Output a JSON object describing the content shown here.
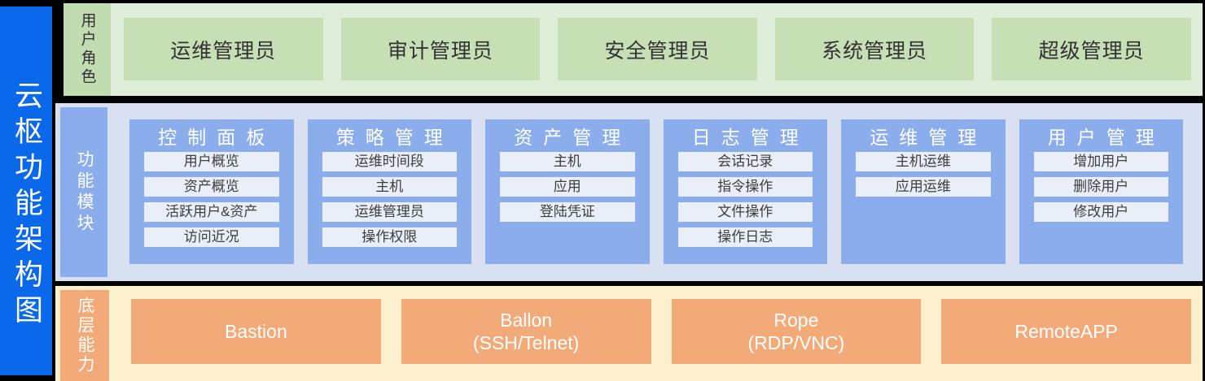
{
  "title": "云枢功能架构图",
  "bands": {
    "roles": {
      "label": "用户角色",
      "items": [
        "运维管理员",
        "审计管理员",
        "安全管理员",
        "系统管理员",
        "超级管理员"
      ]
    },
    "modules": {
      "label": "功能模块",
      "columns": [
        {
          "title": "控制面板",
          "items": [
            "用户概览",
            "资产概览",
            "活跃用户&资产",
            "访问近况"
          ]
        },
        {
          "title": "策略管理",
          "items": [
            "运维时间段",
            "主机",
            "运维管理员",
            "操作权限"
          ]
        },
        {
          "title": "资产管理",
          "items": [
            "主机",
            "应用",
            "登陆凭证"
          ]
        },
        {
          "title": "日志管理",
          "items": [
            "会话记录",
            "指令操作",
            "文件操作",
            "操作日志"
          ]
        },
        {
          "title": "运维管理",
          "items": [
            "主机运维",
            "应用运维"
          ]
        },
        {
          "title": "用户管理",
          "items": [
            "增加用户",
            "删除用户",
            "修改用户"
          ]
        }
      ]
    },
    "capabilities": {
      "label": "底层能力",
      "items": [
        {
          "line1": "Bastion",
          "line2": ""
        },
        {
          "line1": "Ballon",
          "line2": "(SSH/Telnet)"
        },
        {
          "line1": "Rope",
          "line2": "(RDP/VNC)"
        },
        {
          "line1": "RemoteAPP",
          "line2": ""
        }
      ]
    }
  },
  "colors": {
    "title-bar": "#0a68ea",
    "roles-bg": "#dfeed8",
    "roles-tab": "#c2dcb2",
    "roles-card": "#c6dfb5",
    "roles-text": "#323232",
    "modules-bg": "#d9e0f2",
    "modules-tab": "#8badec",
    "modules-column": "#8badec",
    "modules-item-bg": "#e9eef9",
    "modules-item-text": "#3d3d3d",
    "capabilities-bg": "#fdf1cd",
    "capabilities-tab": "#f2aa79",
    "capabilities-card": "#f2aa79"
  }
}
